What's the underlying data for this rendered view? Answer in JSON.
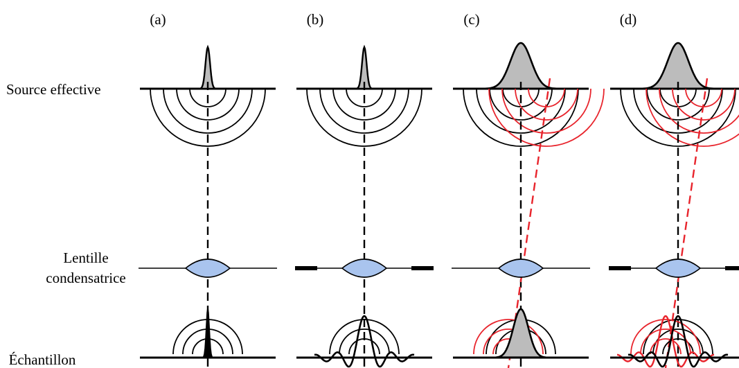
{
  "panels": [
    {
      "label": "(a)",
      "source": "narrow",
      "aperture": false,
      "shifted": false,
      "sample": "narrow"
    },
    {
      "label": "(b)",
      "source": "narrow",
      "aperture": true,
      "shifted": false,
      "sample": "ringing"
    },
    {
      "label": "(c)",
      "source": "wide",
      "aperture": false,
      "shifted": true,
      "sample": "wide"
    },
    {
      "label": "(d)",
      "source": "wide",
      "aperture": true,
      "shifted": true,
      "sample": "ringing"
    }
  ],
  "rows": {
    "source": "Source effective",
    "lens_line1": "Lentille",
    "lens_line2": "condensatrice",
    "sample": "Échantillon"
  },
  "colors": {
    "stroke": "#000000",
    "fill": "#bcbcbc",
    "lens": "#a9c4ee",
    "shifted": "#e8242c"
  }
}
